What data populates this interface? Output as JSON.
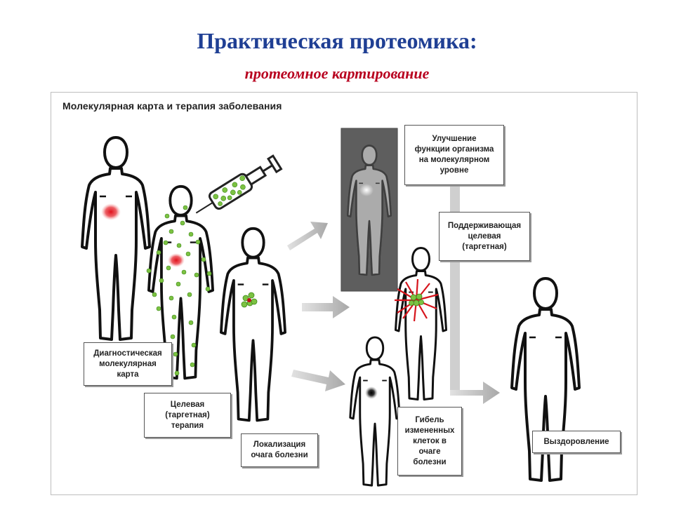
{
  "slide": {
    "title": "Практическая протеомика:",
    "subtitle": "протеомное картирование"
  },
  "diagram": {
    "frame_title": "Молекулярная карта и терапия заболевания",
    "labels": {
      "diagnostic_map": "Диагностическая\nмолекулярная\nкарта",
      "target_therapy": "Целевая\n(таргетная)\nтерапия",
      "localization": "Локализация\nочага болезни",
      "improvement": "Улучшение\nфункции организма\nна молекулярном\nуровне",
      "supporting_therapy": "Поддерживающая\nцелевая\n(таргетная)",
      "cell_death": "Гибель\nизмененных\nклеток в\nочаге\nболезни",
      "recovery": "Выздоровление"
    }
  }
}
